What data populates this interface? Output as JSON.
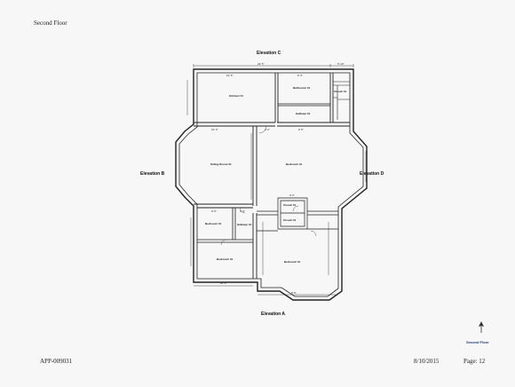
{
  "document": {
    "title": "Second Floor",
    "bates_number": "APP-009031",
    "date": "8/10/2015",
    "page": "Page: 12"
  },
  "plan": {
    "elevations": {
      "top": "Elevation C",
      "bottom": "Elevation A",
      "left": "Elevation B",
      "right": "Elevation D"
    },
    "sheet_label": "Second Floor",
    "rooms": {
      "kitchen": "Kitchen/ 31",
      "bathroom_top": "Bathroom/ 31",
      "closet_top": "Closet/ 31",
      "hallway_top": "Hallway/ 31",
      "sitting_room": "Sitting Room/ 31",
      "bedroom_center": "Bedroom/ 31",
      "closet_mid_1": "Closet/ 31",
      "closet_mid_2": "Closet/ 31",
      "bedroom_small": "Bedroom/ 31",
      "hallway_small": "Hallway/ 31",
      "bedroom_lower_left": "Bedroom/ 31",
      "bedroom_lower_right": "Bedroom/ 31"
    },
    "dimensions": {
      "top_overall": "22' 5\"",
      "top_right": "5' 10\"",
      "kitchen_width": "16' 6\"",
      "bath_width": "6' 2\"",
      "sitting_width": "10' 3\"",
      "bedroom_width": "9' 5\"",
      "hall_width": "4' 2\"",
      "small_bed_width": "6' 5\"",
      "small_hall": "3' 6\"",
      "closet_width": "3' 2\"",
      "bottom_left": "10' 6\"",
      "bottom_right": "8' 5\""
    }
  }
}
